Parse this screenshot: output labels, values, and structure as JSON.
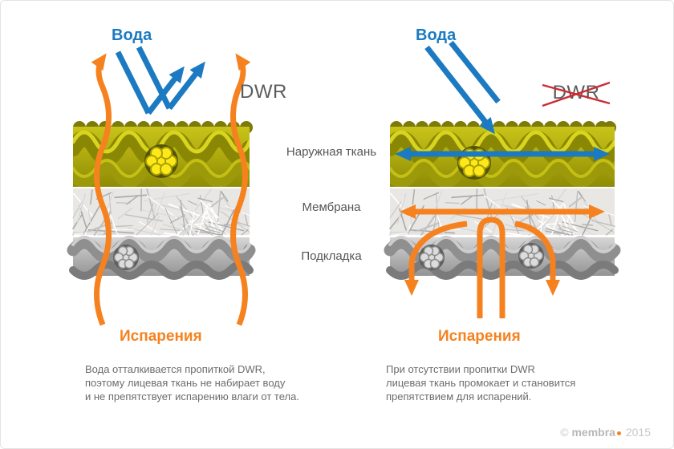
{
  "layer_labels": {
    "outer": "Наружная ткань",
    "membrane": "Мембрана",
    "lining": "Подкладка"
  },
  "left_panel": {
    "water_label": "Вода",
    "dwr_label": "DWR",
    "evaporation_label": "Испарения",
    "caption_lines": [
      "Вода отталкивается пропиткой DWR,",
      "поэтому лицевая ткань не набирает воду",
      "и не препятствует испарению влаги от тела."
    ]
  },
  "right_panel": {
    "water_label": "Вода",
    "dwr_label": "DWR",
    "dwr_crossed_out": true,
    "evaporation_label": "Испарения",
    "caption_lines": [
      "При отсутствии пропитки DWR",
      "лицевая ткань промокает и становится",
      "препятствием для испарений."
    ]
  },
  "watermark": {
    "copyright": "©",
    "brand": "membra",
    "year": "2015"
  },
  "colors": {
    "water_blue": "#1b7ac1",
    "vapor_orange": "#f5821f",
    "outer_fabric_olive": "#aaa60d",
    "fiber_yellow": "#ffe81a",
    "membrane_white": "#e9e7e4",
    "lining_gray": "#b4b4b4",
    "cross_red": "#cc2a31",
    "label_gray": "#55565a",
    "caption_gray": "#6b6c6f"
  }
}
